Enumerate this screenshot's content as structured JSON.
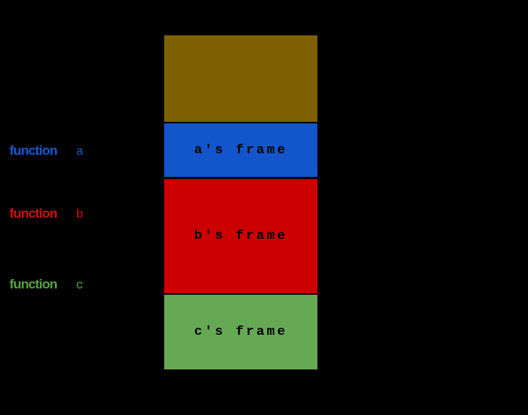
{
  "background_color": "#000000",
  "labels": [
    {
      "keyword": "function",
      "name": "a",
      "color": "#1c57d0"
    },
    {
      "keyword": "function",
      "name": "b",
      "color": "#cc1111"
    },
    {
      "keyword": "function",
      "name": "c",
      "color": "#55a23d"
    }
  ],
  "stack": {
    "text_color": "#000000",
    "frames": [
      {
        "id": "caller-frame",
        "label": "",
        "color": "#7d6100"
      },
      {
        "id": "a-frame",
        "label": "a's frame",
        "color": "#1355cb"
      },
      {
        "id": "b-frame",
        "label": "b's frame",
        "color": "#cc0000"
      },
      {
        "id": "c-frame",
        "label": "c's frame",
        "color": "#66a955"
      }
    ]
  }
}
